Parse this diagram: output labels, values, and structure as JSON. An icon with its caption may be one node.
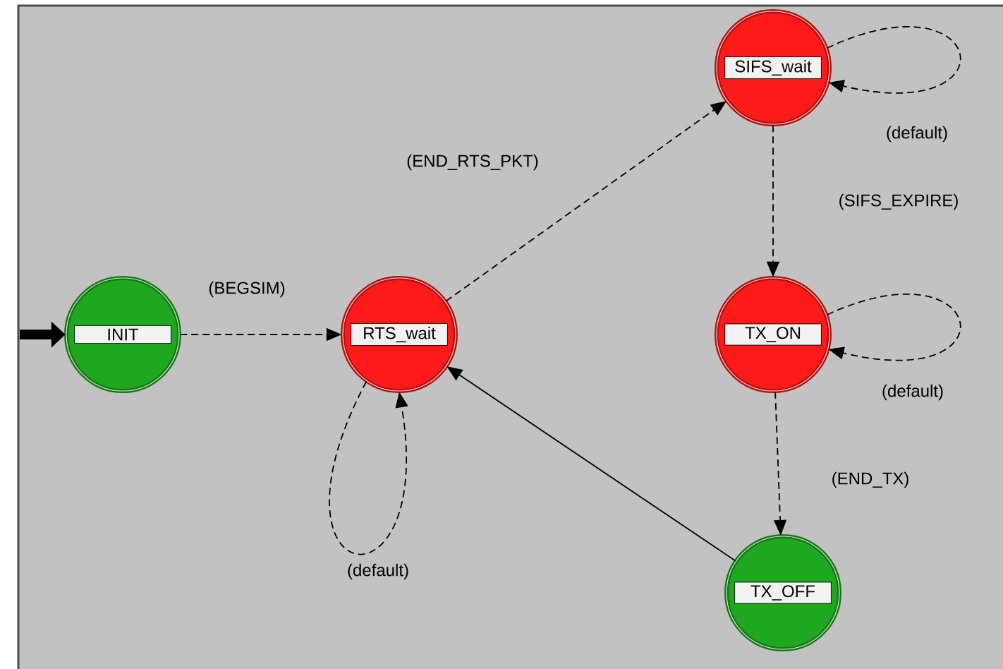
{
  "diagram": {
    "nodes": [
      {
        "text": [
          "INIT"
        ]
      },
      {
        "text": [
          "RTS_wait"
        ]
      },
      {
        "text": [
          "SIFS_wait"
        ]
      },
      {
        "text": [
          "TX_ON"
        ]
      },
      {
        "text": [
          "TX_OFF"
        ]
      }
    ],
    "edges": [
      {
        "from": null,
        "to": 0,
        "arrow": "to",
        "style": "thick"
      },
      {
        "from": 0,
        "to": 1,
        "arrow": "to",
        "label": "(BEGSIM)",
        "style": "dashed"
      },
      {
        "from": 1,
        "to": 1,
        "arrow": "to",
        "label": "(default)",
        "style": "dashed"
      },
      {
        "from": 1,
        "to": 2,
        "arrow": "to",
        "label": "(END_RTS_PKT)",
        "style": "dashed"
      },
      {
        "from": 2,
        "to": 2,
        "arrow": "to",
        "label": "(default)",
        "style": "dashed"
      },
      {
        "from": 2,
        "to": 3,
        "arrow": "to",
        "label": "(SIFS_EXPIRE)",
        "style": "dashed"
      },
      {
        "from": 3,
        "to": 3,
        "arrow": "to",
        "label": "(default)",
        "style": "dashed"
      },
      {
        "from": 3,
        "to": 4,
        "arrow": "to",
        "label": "(END_TX)",
        "style": "dashed"
      },
      {
        "from": 4,
        "to": 1,
        "arrow": "to"
      }
    ]
  }
}
